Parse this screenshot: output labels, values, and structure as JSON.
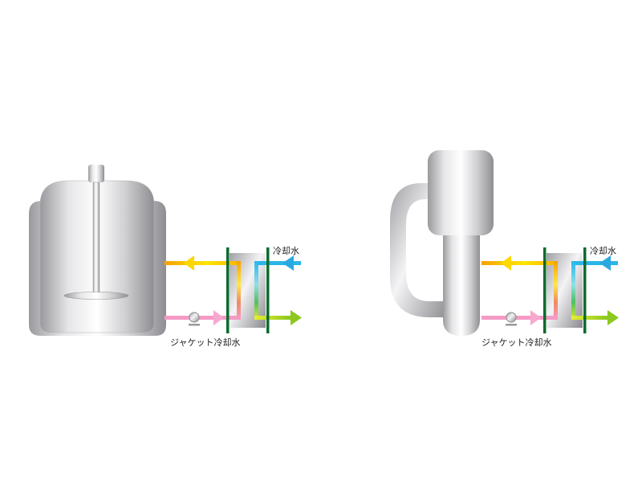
{
  "diagrams": [
    {
      "name": "stirred-tank-reactor",
      "cooling_water_label": "冷却水",
      "jacket_water_label": "ジャケット冷却水"
    },
    {
      "name": "loop-reactor",
      "cooling_water_label": "冷却水",
      "jacket_water_label": "ジャケット冷却水"
    }
  ],
  "colors": {
    "frame_green": "#0b6b2e",
    "hot_orange": "#f5a000",
    "hot_yellow": "#ffe600",
    "pink": "#f59ac5",
    "cool_blue": "#2ab6e8",
    "cool_green": "#9ccc20"
  }
}
